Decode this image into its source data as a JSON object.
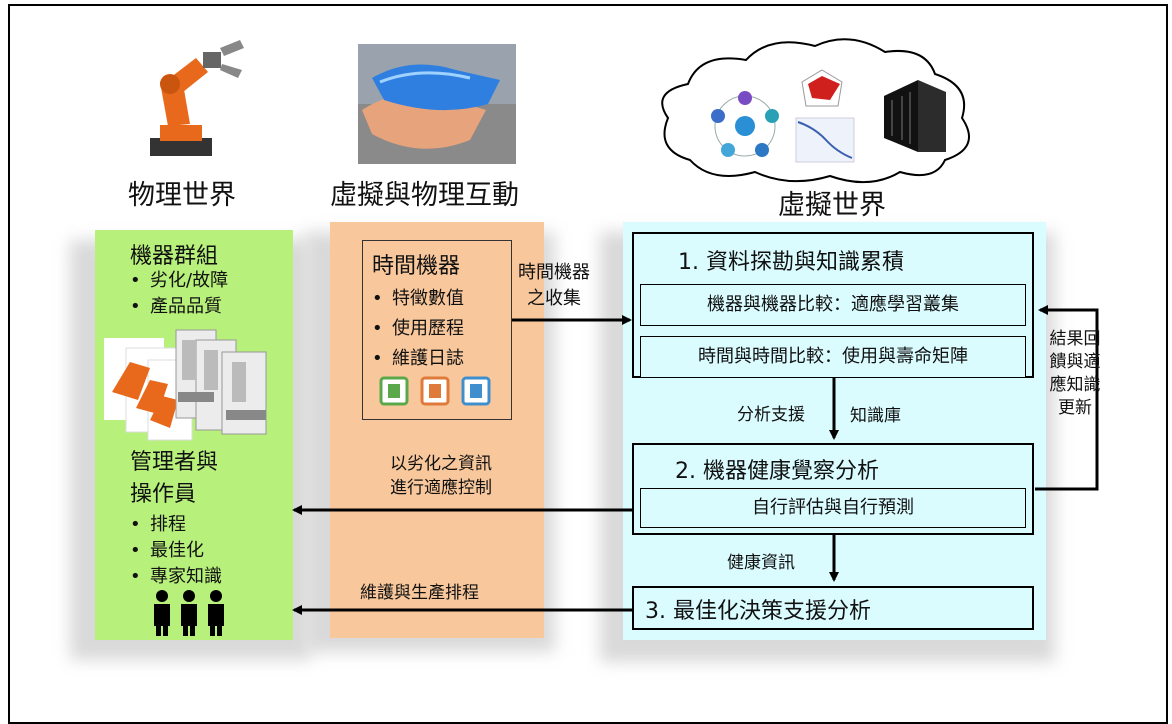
{
  "headers": {
    "physical_world": "物理世界",
    "interaction": "虛擬與物理互動",
    "virtual_world": "虛擬世界"
  },
  "left_panel": {
    "machine_group_title": "機器群組",
    "machine_group_items": [
      "劣化/故障",
      "產品品質"
    ],
    "manager_title_line1": "管理者與",
    "manager_title_line2": "操作員",
    "manager_items": [
      "排程",
      "最佳化",
      "專家知識"
    ]
  },
  "middle_panel": {
    "time_machine_title": "時間機器",
    "time_machine_items": [
      "特徵數值",
      "使用歷程",
      "維護日誌"
    ],
    "control_label_line1": "以劣化之資訊",
    "control_label_line2": "進行適應控制",
    "schedule_label": "維護與生產排程"
  },
  "arrow_labels": {
    "collect_line1": "時間機器",
    "collect_line2": "之收集",
    "analysis_support": "分析支援",
    "knowledge_base": "知識庫",
    "health_info": "健康資訊",
    "feedback": "結果回饋與適應知識更新"
  },
  "right_panel": {
    "box1_title": "1. 資料探勘與知識累積",
    "box1_item1": "機器與機器比較：適應學習叢集",
    "box1_item2": "時間與時間比較：使用與壽命矩陣",
    "box2_title": "2. 機器健康覺察分析",
    "box2_item1": "自行評估與自行預測",
    "box3_title": "3. 最佳化決策支援分析"
  },
  "colors": {
    "green_panel": "#b7f07a",
    "orange_panel": "#f8c79b",
    "cyan_panel": "#dafcff",
    "robot_orange": "#e8691b"
  },
  "icons": [
    "robot-arm-icon",
    "digital-hands-icon",
    "cloud-icon",
    "server-rack-icon",
    "radar-chart-icon",
    "people-icon",
    "document-icon"
  ]
}
